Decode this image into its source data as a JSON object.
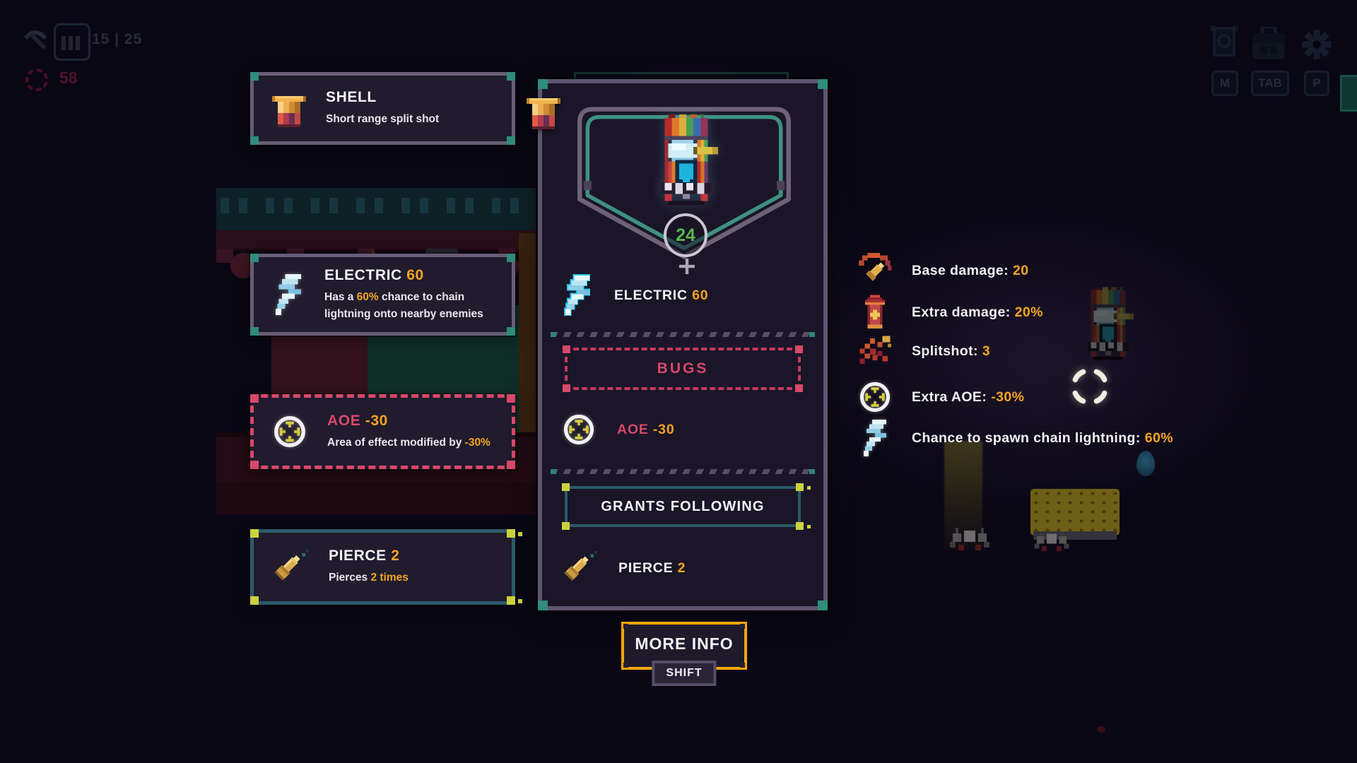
{
  "hud": {
    "ammo_count": "15 | 25",
    "scrap_count": "58",
    "map_key": "M",
    "inventory_key": "TAB",
    "pause_key": "P"
  },
  "tooltips": {
    "shell": {
      "title": "SHELL",
      "desc": "Short range split shot"
    },
    "electric": {
      "title": "ELECTRIC",
      "value": "60",
      "desc_pre": "Has a ",
      "desc_val": "60%",
      "desc_post": " chance to chain lightning onto nearby enemies"
    },
    "aoe": {
      "title": "AOE",
      "value": "-30",
      "desc_pre": "Area of effect modified by ",
      "desc_val": "-30%"
    },
    "pierce": {
      "title": "PIERCE",
      "value": "2",
      "desc_pre": "Pierces ",
      "desc_val": "2 times"
    }
  },
  "panel": {
    "kill_count": "24",
    "electric_label": "ELECTRIC",
    "electric_value": "60",
    "bugs_label": "BUGS",
    "aoe_label": "AOE",
    "aoe_value": "-30",
    "grants_label": "GRANTS FOLLOWING",
    "pierce_label": "PIERCE",
    "pierce_value": "2"
  },
  "more_info": {
    "label": "MORE INFO",
    "key": "SHIFT"
  },
  "stats": [
    {
      "label": "Base damage:",
      "value": "20"
    },
    {
      "label": "Extra damage:",
      "value": "20%"
    },
    {
      "label": "Splitshot:",
      "value": "3"
    },
    {
      "label": "Extra AOE:",
      "value": "-30%"
    },
    {
      "label": "Chance to spawn chain lightning:",
      "value": "60%"
    }
  ],
  "colors": {
    "accent_orange": "#f5a322",
    "crimson": "#d8486a",
    "teal": "#2f8c7b",
    "yellow": "#ccd23f",
    "green": "#57b649",
    "cyan": "#2cc4f0"
  }
}
